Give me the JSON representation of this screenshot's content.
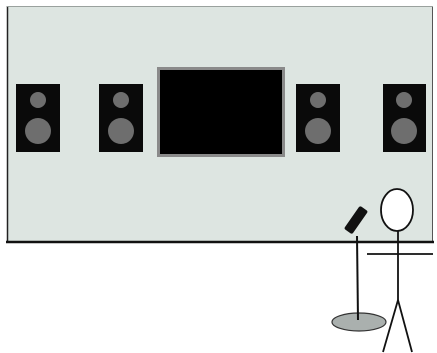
{
  "scene": {
    "colors": {
      "background": "#ffffff",
      "wall": "#dde5e1",
      "wall_border": "#222222",
      "floor_line": "#111111",
      "speaker_body": "#0a0a0a",
      "speaker_driver": "#6e6e6e",
      "screen_fill": "#000000",
      "screen_frame": "#8a8a8a",
      "figure_stroke": "#111111",
      "mic_base": "#aab0ae",
      "mic_head": "#111111"
    },
    "speakers": [
      {
        "name": "speaker-far-left"
      },
      {
        "name": "speaker-left"
      },
      {
        "name": "speaker-right"
      },
      {
        "name": "speaker-far-right"
      }
    ],
    "screen": {
      "name": "tv-screen"
    },
    "person": {
      "name": "stick-figure"
    },
    "microphone": {
      "name": "microphone-stand"
    }
  }
}
